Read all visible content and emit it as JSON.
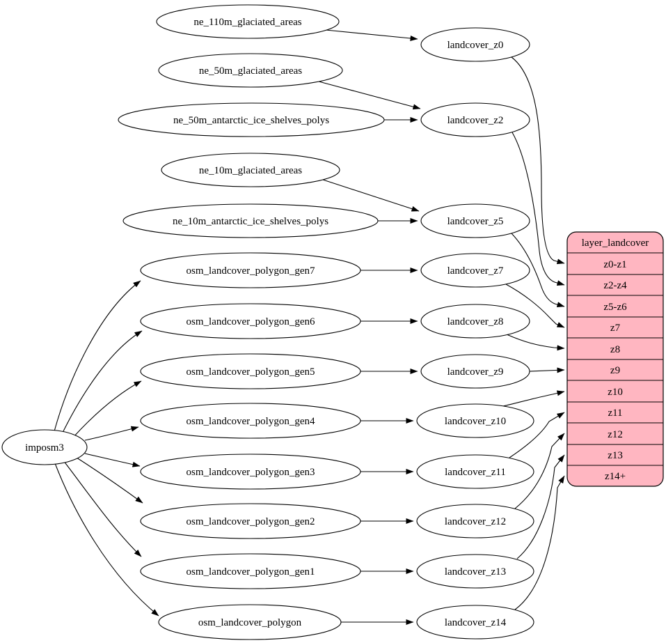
{
  "graph": {
    "kind": "dependency-diagram",
    "importer": {
      "label": "imposm3"
    },
    "sources": [
      {
        "label": "ne_110m_glaciated_areas"
      },
      {
        "label": "ne_50m_glaciated_areas"
      },
      {
        "label": "ne_50m_antarctic_ice_shelves_polys"
      },
      {
        "label": "ne_10m_glaciated_areas"
      },
      {
        "label": "ne_10m_antarctic_ice_shelves_polys"
      },
      {
        "label": "osm_landcover_polygon_gen7"
      },
      {
        "label": "osm_landcover_polygon_gen6"
      },
      {
        "label": "osm_landcover_polygon_gen5"
      },
      {
        "label": "osm_landcover_polygon_gen4"
      },
      {
        "label": "osm_landcover_polygon_gen3"
      },
      {
        "label": "osm_landcover_polygon_gen2"
      },
      {
        "label": "osm_landcover_polygon_gen1"
      },
      {
        "label": "osm_landcover_polygon"
      }
    ],
    "layers": [
      {
        "label": "landcover_z0"
      },
      {
        "label": "landcover_z2"
      },
      {
        "label": "landcover_z5"
      },
      {
        "label": "landcover_z7"
      },
      {
        "label": "landcover_z8"
      },
      {
        "label": "landcover_z9"
      },
      {
        "label": "landcover_z10"
      },
      {
        "label": "landcover_z11"
      },
      {
        "label": "landcover_z12"
      },
      {
        "label": "landcover_z13"
      },
      {
        "label": "landcover_z14"
      }
    ],
    "table": {
      "title": "layer_landcover",
      "rows": [
        "z0-z1",
        "z2-z4",
        "z5-z6",
        "z7",
        "z8",
        "z9",
        "z10",
        "z11",
        "z12",
        "z13",
        "z14+"
      ]
    },
    "edges": [
      [
        "imposm3",
        "osm_landcover_polygon_gen7"
      ],
      [
        "imposm3",
        "osm_landcover_polygon_gen6"
      ],
      [
        "imposm3",
        "osm_landcover_polygon_gen5"
      ],
      [
        "imposm3",
        "osm_landcover_polygon_gen4"
      ],
      [
        "imposm3",
        "osm_landcover_polygon_gen3"
      ],
      [
        "imposm3",
        "osm_landcover_polygon_gen2"
      ],
      [
        "imposm3",
        "osm_landcover_polygon_gen1"
      ],
      [
        "imposm3",
        "osm_landcover_polygon"
      ],
      [
        "ne_110m_glaciated_areas",
        "landcover_z0"
      ],
      [
        "ne_50m_glaciated_areas",
        "landcover_z2"
      ],
      [
        "ne_50m_antarctic_ice_shelves_polys",
        "landcover_z2"
      ],
      [
        "ne_10m_glaciated_areas",
        "landcover_z5"
      ],
      [
        "ne_10m_antarctic_ice_shelves_polys",
        "landcover_z5"
      ],
      [
        "osm_landcover_polygon_gen7",
        "landcover_z7"
      ],
      [
        "osm_landcover_polygon_gen6",
        "landcover_z8"
      ],
      [
        "osm_landcover_polygon_gen5",
        "landcover_z9"
      ],
      [
        "osm_landcover_polygon_gen4",
        "landcover_z10"
      ],
      [
        "osm_landcover_polygon_gen3",
        "landcover_z11"
      ],
      [
        "osm_landcover_polygon_gen2",
        "landcover_z12"
      ],
      [
        "osm_landcover_polygon_gen1",
        "landcover_z13"
      ],
      [
        "osm_landcover_polygon",
        "landcover_z14"
      ],
      [
        "landcover_z0",
        "layer_landcover:z0-z1"
      ],
      [
        "landcover_z2",
        "layer_landcover:z2-z4"
      ],
      [
        "landcover_z5",
        "layer_landcover:z5-z6"
      ],
      [
        "landcover_z7",
        "layer_landcover:z7"
      ],
      [
        "landcover_z8",
        "layer_landcover:z8"
      ],
      [
        "landcover_z9",
        "layer_landcover:z9"
      ],
      [
        "landcover_z10",
        "layer_landcover:z10"
      ],
      [
        "landcover_z11",
        "layer_landcover:z11"
      ],
      [
        "landcover_z12",
        "layer_landcover:z12"
      ],
      [
        "landcover_z13",
        "layer_landcover:z13"
      ],
      [
        "landcover_z14",
        "layer_landcover:z14+"
      ]
    ],
    "colors": {
      "table_fill": "#ffb6c1",
      "node_fill": "#ffffff",
      "stroke": "#000000",
      "background": "#ffffff"
    }
  }
}
